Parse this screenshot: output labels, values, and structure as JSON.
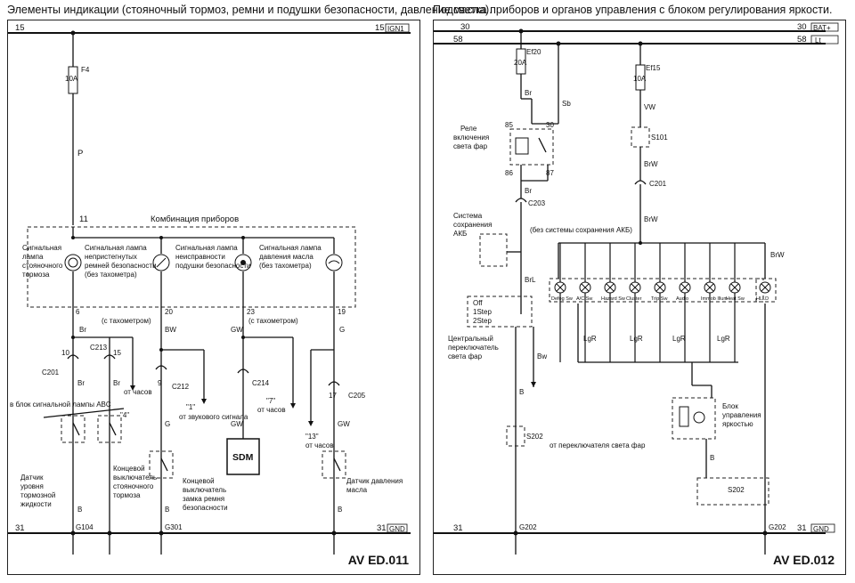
{
  "left": {
    "title": "Элементы индикации (стояночный тормоз, ремни и подушки безопасности, давление масла).",
    "code": "AV ED.011",
    "rail_top": "15",
    "rail_top_tag": "IGN1",
    "rail_bottom": "31",
    "rail_bottom_tag": "GND",
    "fuse": "F4",
    "fuse_rating": "10A",
    "wire_p": "P",
    "pin11": "11",
    "cluster": "Комбинация приборов",
    "lamps": [
      "Сигнальная лампа стояночного тормоза",
      "Сигнальная лампа непристегнутых ремней безопасности (без тахометра)",
      "Сигнальная лампа неисправности подушки безопасности",
      "Сигнальная лампа давления масла (без тахометра)"
    ],
    "pins": [
      "6",
      "20",
      "23",
      "19"
    ],
    "with_tacho": "(с тахометром)",
    "conn": [
      "C201",
      "C213",
      "C212",
      "C214",
      "C205"
    ],
    "pin_nums": [
      "10",
      "15",
      "9",
      "17"
    ],
    "wires": [
      "Br",
      "BW",
      "GW",
      "G",
      "B"
    ],
    "to_abs": "в блок сигнальной лампы ABC",
    "to_clock": "от часов",
    "from_horn": "от звукового сигнала",
    "refs": [
      "\"4\"",
      "\"1\"",
      "\"7\"",
      "\"13\""
    ],
    "sdm": "SDM",
    "sensors": [
      "Датчик уровня тормозной жидкости",
      "Концевой выключатель стояночного тормоза",
      "Концевой выключатель замка ремня безопасности",
      "Датчик давления масла"
    ],
    "grounds": [
      "G104",
      "G301"
    ]
  },
  "right": {
    "title": "Подсветка приборов и органов управления с блоком регулирования яркости.",
    "code": "AV ED.012",
    "rail30": "30",
    "rail30_tag": "BAT+",
    "rail58": "58",
    "rail58_tag": "Lt",
    "fuses": [
      "Ef20",
      "20A",
      "Ef15",
      "10A"
    ],
    "relay": "Реле включения света фар",
    "relay_pins": [
      "85",
      "30",
      "86",
      "87"
    ],
    "s101": "S101",
    "c201": "C201",
    "c203": "C203",
    "save": "Система сохранения АКБ",
    "no_save": "(без системы сохранения АКБ)",
    "switch": "Центральный переключатель света фар",
    "from_switch": "от переключателя света фар",
    "switch_rows": [
      "Off",
      "1Step",
      "2Step"
    ],
    "lamps": [
      "Defog Sw",
      "A/C Sw",
      "Hazard Sw",
      "Cluster",
      "Trip Sw",
      "Audio",
      "Immob Illum",
      "Heat Sw",
      "HLLD"
    ],
    "dimmer": "Блок управления яркостью",
    "s202": "S202",
    "ground": "G202",
    "rail31": "31",
    "rail31_tag": "GND",
    "wires": [
      "Br",
      "Sb",
      "VW",
      "BrW",
      "BrL",
      "LgR",
      "B",
      "Bw"
    ]
  }
}
